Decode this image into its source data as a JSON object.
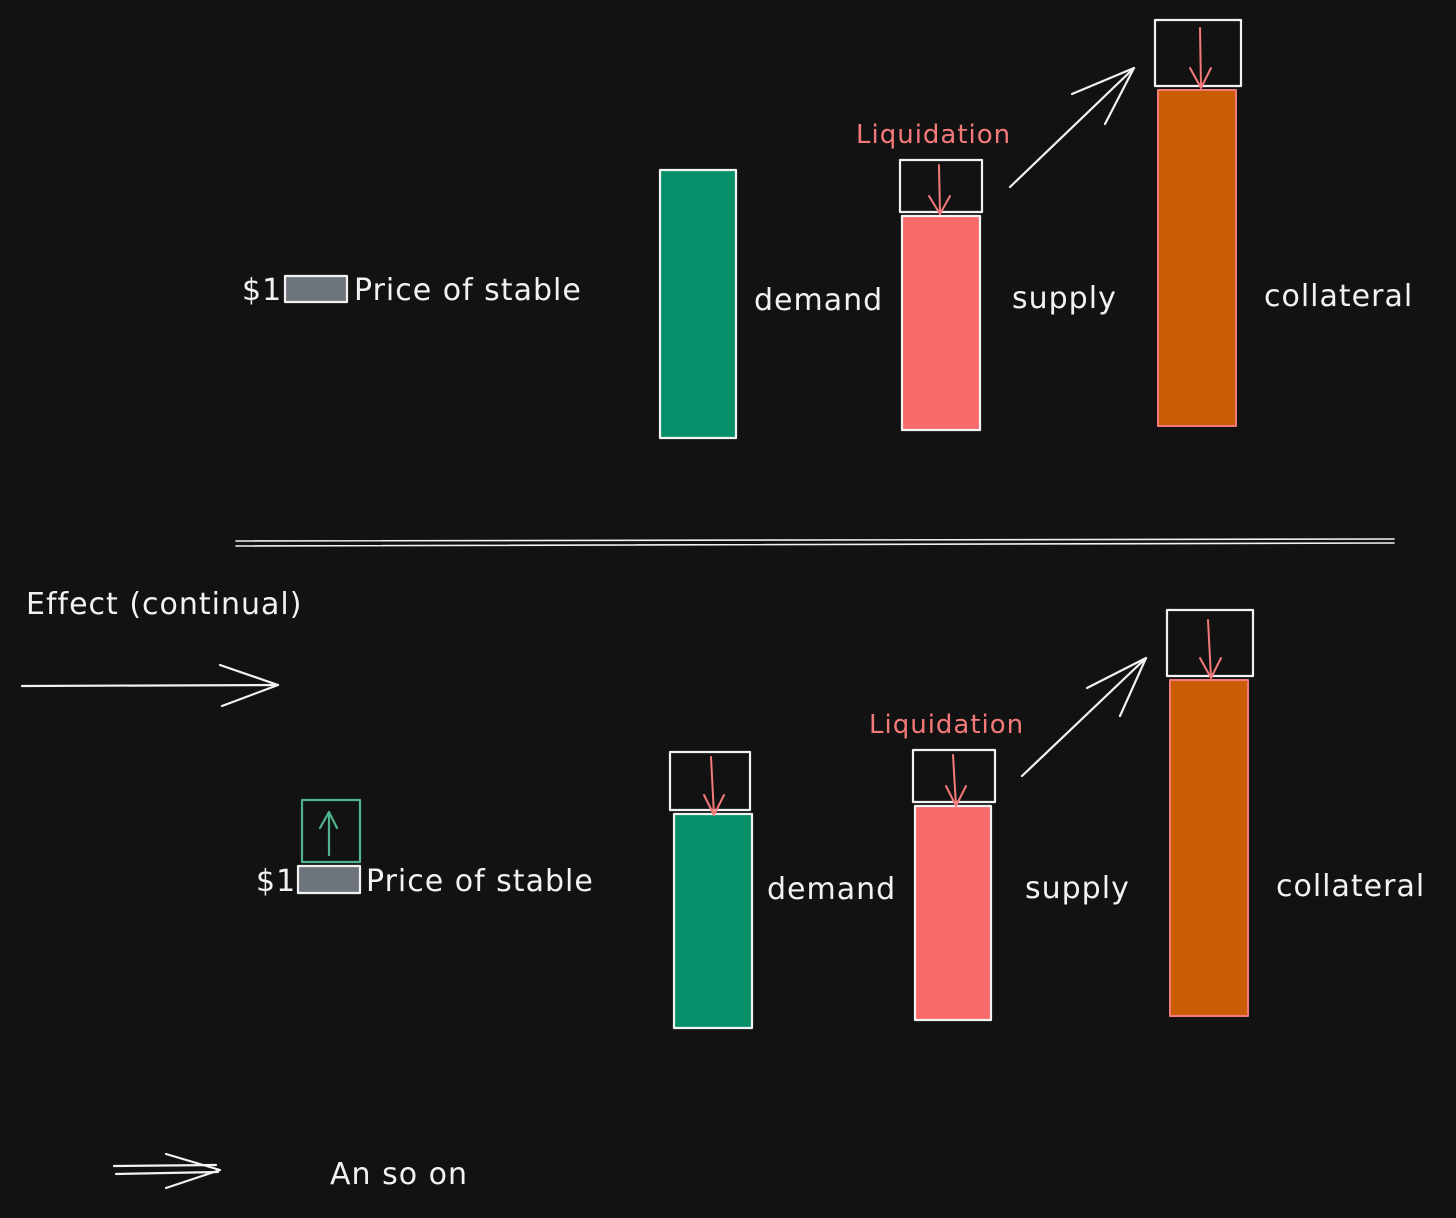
{
  "colors": {
    "background": "#121212",
    "demand": "#05906a",
    "supply": "#f96a6a",
    "collateral": "#c95d05",
    "price_box": "#6e747c",
    "liquidation_text": "#f47a7a",
    "up_arrow": "#4fb48c",
    "line": "#f2f2f2"
  },
  "top_panel": {
    "price_prefix": "$1",
    "price_label": "Price of stable",
    "demand_label": "demand",
    "supply_label": "supply",
    "collateral_label": "collateral",
    "liquidation_label": "Liquidation"
  },
  "effect": {
    "label": "Effect (continual)"
  },
  "bottom_panel": {
    "price_prefix": "$1",
    "price_label": "Price of stable",
    "demand_label": "demand",
    "supply_label": "supply",
    "collateral_label": "collateral",
    "liquidation_label": "Liquidation"
  },
  "footer": {
    "label": "An so on"
  },
  "icons": {
    "down_arrow": "down-arrow-icon",
    "up_arrow": "up-arrow-icon",
    "diagonal_arrow": "diagonal-arrow-icon",
    "right_arrow": "right-arrow-icon",
    "double_arrow": "double-arrow-icon"
  }
}
